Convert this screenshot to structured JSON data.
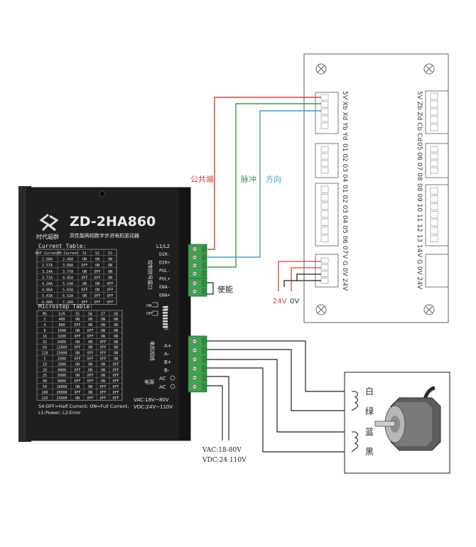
{
  "driver": {
    "model": "ZD-2HA860",
    "brand": "时代超群",
    "subtitle": "高性能两相数字步进电机驱动器",
    "current_table_title": "Current Table:",
    "current_headers": [
      "REF Current",
      "PK Current",
      "S1",
      "S2",
      "S3"
    ],
    "current_rows": [
      [
        "2.00A",
        "2.40A",
        "ON",
        "ON",
        "ON"
      ],
      [
        "2.57A",
        "3.08A",
        "OFF",
        "ON",
        "ON"
      ],
      [
        "3.14A",
        "3.77A",
        "ON",
        "OFF",
        "ON"
      ],
      [
        "3.71A",
        "4.45A",
        "OFF",
        "OFF",
        "ON"
      ],
      [
        "4.28A",
        "5.14A",
        "ON",
        "ON",
        "OFF"
      ],
      [
        "4.86A",
        "5.83A",
        "OFF",
        "ON",
        "OFF"
      ],
      [
        "5.43A",
        "6.52A",
        "ON",
        "OFF",
        "OFF"
      ],
      [
        "6.00A",
        "7.20A",
        "OFF",
        "OFF",
        "OFF"
      ]
    ],
    "microstep_table_title": "Microstep Table:",
    "microstep_headers": [
      "MS",
      "S/R",
      "S5",
      "S6",
      "S7",
      "S8"
    ],
    "microstep_rows": [
      [
        "2",
        "400",
        "ON",
        "ON",
        "ON",
        "ON"
      ],
      [
        "4",
        "800",
        "OFF",
        "ON",
        "ON",
        "ON"
      ],
      [
        "8",
        "1600",
        "ON",
        "OFF",
        "ON",
        "ON"
      ],
      [
        "16",
        "3200",
        "OFF",
        "OFF",
        "ON",
        "ON"
      ],
      [
        "32",
        "6400",
        "ON",
        "ON",
        "OFF",
        "ON"
      ],
      [
        "64",
        "12800",
        "OFF",
        "ON",
        "OFF",
        "ON"
      ],
      [
        "128",
        "25600",
        "ON",
        "OFF",
        "OFF",
        "ON"
      ],
      [
        "5",
        "1000",
        "OFF",
        "OFF",
        "OFF",
        "ON"
      ],
      [
        "10",
        "2000",
        "ON",
        "ON",
        "ON",
        "OFF"
      ],
      [
        "20",
        "4000",
        "OFF",
        "ON",
        "ON",
        "OFF"
      ],
      [
        "25",
        "5000",
        "ON",
        "OFF",
        "ON",
        "OFF"
      ],
      [
        "40",
        "8000",
        "OFF",
        "OFF",
        "ON",
        "OFF"
      ],
      [
        "50",
        "10000",
        "ON",
        "ON",
        "OFF",
        "OFF"
      ],
      [
        "100",
        "20000",
        "OFF",
        "ON",
        "OFF",
        "OFF"
      ],
      [
        "125",
        "25000",
        "ON",
        "OFF",
        "OFF",
        "OFF"
      ]
    ],
    "footnote_1": "S4:OFF=Half Current; ON=Full Current;",
    "footnote_2": "L1:Power;   L2:Error",
    "vac_spec": "VAC:18V~80V",
    "vdc_spec": "VDC:24V~110V",
    "led_label": "L1/L2",
    "signal_pins": [
      "DIR-",
      "DIR+",
      "PUL-",
      "PUL+",
      "ENA-",
      "ENA+"
    ],
    "signal_port_label": "控制信号接口",
    "dip_label": "S8",
    "dip_first": "S1",
    "dip_on": "ON",
    "dip_off": "OFF",
    "motor_pins": [
      "A+",
      "A-",
      "B+",
      "B-"
    ],
    "motor_port_label": "电机相线",
    "power_pins": [
      "AC",
      "AC"
    ],
    "power_port_label": "电源"
  },
  "annotations": {
    "common": "公共端",
    "pulse": "脉冲",
    "direction": "方向",
    "enable": "使能",
    "v24": "24V",
    "v0": "0V",
    "vac": "VAC:18-80V",
    "vdc": "VDC:24 110V",
    "white": "白",
    "green": "绿",
    "blue": "蓝",
    "black": "黑"
  },
  "board": {
    "left_labels": [
      "5V Xb Xd Yb Yd",
      "01 02 03 04",
      "01 02 03 04 05 06 07",
      "V  G  0V 24V"
    ],
    "right_labels": [
      "5V Zb Zd Cb Cd",
      "05 06 07 08",
      "08 09 10 11 12 13 14",
      "V  G  0V 24V"
    ]
  },
  "colors": {
    "wire_red": "#e0403a",
    "wire_green": "#3a9a48",
    "wire_blue": "#3f9ad8",
    "driver_body": "#1e1e1e",
    "terminal_green": "#3fa34d"
  }
}
